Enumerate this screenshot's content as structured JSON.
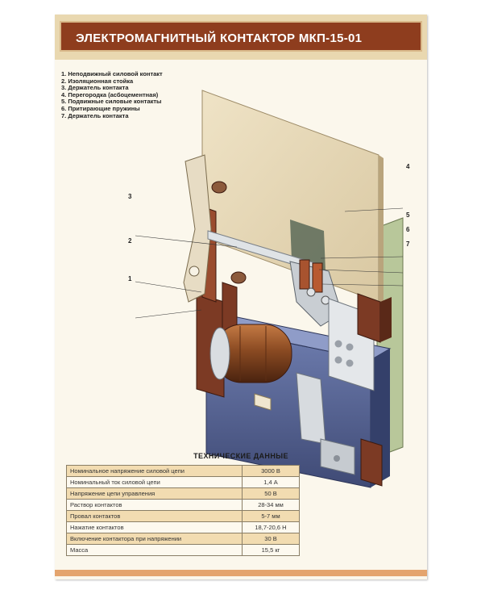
{
  "poster": {
    "title": "ЭЛЕКТРОМАГНИТНЫЙ КОНТАКТОР  МКП-15-01",
    "legend": [
      "1. Неподвижный силовой контакт",
      "2. Изоляционная стойка",
      "3. Держатель контакта",
      "4. Перегородка (асбоцементная)",
      "5. Подвижные силовые контакты",
      "6. Притирающие пружины",
      "7. Держатель контакта"
    ],
    "callouts": [
      "1",
      "2",
      "3",
      "4",
      "5",
      "6",
      "7"
    ],
    "tech_title": "ТЕХНИЧЕСКИЕ ДАННЫЕ",
    "specs": [
      {
        "param": "Номинальное напряжение силовой цепи",
        "value": "3000 В"
      },
      {
        "param": "Номинальный ток силовой цепи",
        "value": "1,4 А"
      },
      {
        "param": "Напряжение цепи управления",
        "value": "50 В"
      },
      {
        "param": "Раствор контактов",
        "value": "28-34 мм"
      },
      {
        "param": "Провал контактов",
        "value": "5-7 мм"
      },
      {
        "param": "Нажатие контактов",
        "value": "18,7-20,6 Н"
      },
      {
        "param": "Включение контактора при напряжении",
        "value": "30 В"
      },
      {
        "param": "Масса",
        "value": "15,5 кг"
      }
    ]
  },
  "colors": {
    "header_band": "#8e3d1e",
    "panel_board": "#e7d9b8",
    "insulator": "#7c3a24",
    "coil": "#8a4a22",
    "base": "#4f5d8e",
    "table_odd_row": "#f2dcb1",
    "footer_strip": "#e4a46e"
  }
}
